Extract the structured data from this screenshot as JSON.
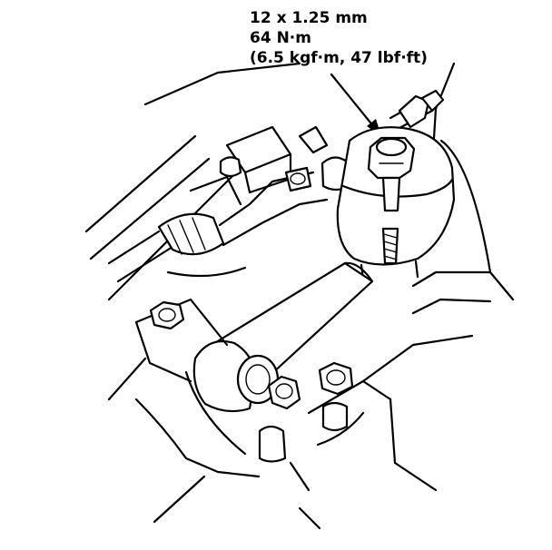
{
  "torque_spec": {
    "bolt_size": "12 x 1.25 mm",
    "torque_nm": "64 N·m",
    "torque_alt": "(6.5 kgf·m, 47 lbf·ft)"
  },
  "colors": {
    "line": "#000000",
    "background": "#ffffff"
  }
}
